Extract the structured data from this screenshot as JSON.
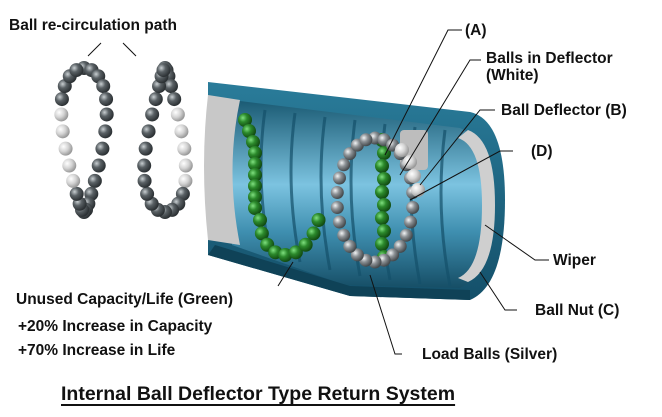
{
  "diagram": {
    "title": "Internal Ball Deflector Type Return System",
    "labels": {
      "recirculation": "Ball re-circulation path",
      "a": "(A)",
      "balls_in_deflector_1": "Balls in Deflector",
      "balls_in_deflector_2": "(White)",
      "ball_deflector": "Ball Deflector (B)",
      "d": "(D)",
      "wiper": "Wiper",
      "ball_nut": "Ball Nut (C)",
      "load_balls": "Load Balls (Silver)",
      "unused_1": "Unused Capacity/Life (Green)",
      "unused_2": "+20% Increase in Capacity",
      "unused_3": "+70% Increase in Life"
    },
    "colors": {
      "nut_body": "#1f6b87",
      "nut_dark": "#144d63",
      "shaft_light": "#6ab6d6",
      "green_ball": "#2c8a2c",
      "silver_ball": "#8d9296",
      "dark_ball": "#5a6165",
      "white_ball": "#d9d9d9",
      "wiper": "#c9c9c9"
    }
  }
}
